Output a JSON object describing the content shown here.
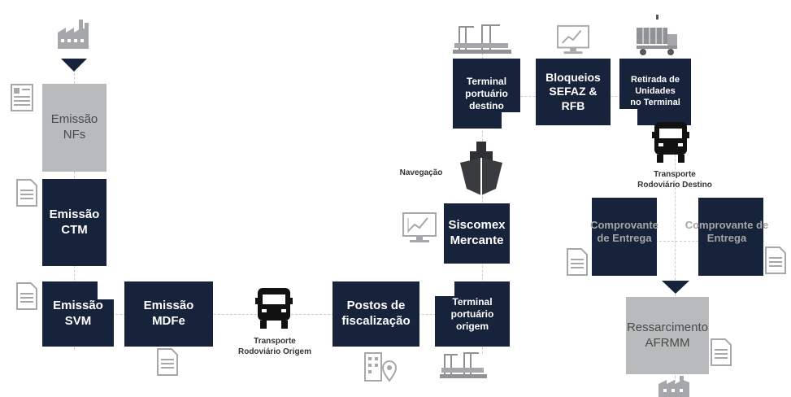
{
  "steps": {
    "emissao_nfs": "Emissão\nNFs",
    "emissao_ctm": "Emissão\nCTM",
    "emissao_svm": "Emissão\nSVM",
    "emissao_mdfe": "Emissão\nMDFe",
    "postos_fiscalizacao": "Postos de\nfiscalização",
    "terminal_origem": "Terminal\nportuário\norigem",
    "siscomex": "Siscomex\nMercante",
    "terminal_destino": "Terminal\nportuário\ndestino",
    "bloqueios": "Bloqueios\nSEFAZ &\nRFB",
    "retirada": "Retirada de\nUnidades\nno Terminal",
    "comprovante_1": "Comprovante\nde Entrega",
    "comprovante_2": "Comprovante de\nEntrega",
    "ressarcimento": "Ressarcimento\nAFRMM"
  },
  "labels": {
    "transporte_origem": "Transporte\nRodoviário Origem",
    "navegacao": "Navegação",
    "transporte_destino": "Transporte\nRodoviário Destino"
  },
  "colors": {
    "navy": "#17223b",
    "grey": "#b9babb",
    "icon": "#a5a7aa"
  },
  "icons": [
    "factory-icon",
    "document-icon",
    "truck-icon",
    "ship-icon",
    "monitor-chart-icon",
    "port-cranes-icon",
    "container-truck-icon",
    "location-building-icon"
  ]
}
